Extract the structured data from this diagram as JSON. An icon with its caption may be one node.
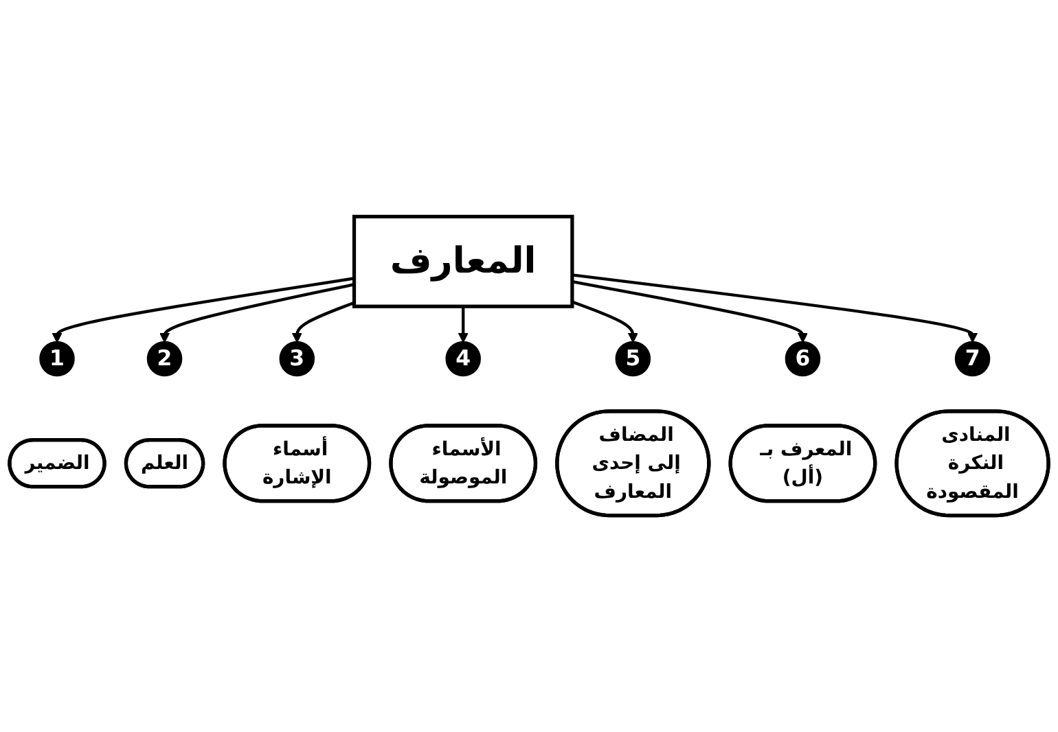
{
  "diagram": {
    "nodes": [
      {
        "text": [
          "المعارف"
        ]
      },
      {
        "text": [
          "1"
        ]
      },
      {
        "text": [
          "2"
        ]
      },
      {
        "text": [
          "3"
        ]
      },
      {
        "text": [
          "4"
        ]
      },
      {
        "text": [
          "5"
        ]
      },
      {
        "text": [
          "6"
        ]
      },
      {
        "text": [
          "7"
        ]
      },
      {
        "text": [
          "الضمير"
        ]
      },
      {
        "text": [
          "العلم"
        ]
      },
      {
        "text": [
          "أسماء الإشارة"
        ]
      },
      {
        "text": [
          "الأسماء الموصولة"
        ]
      },
      {
        "text": [
          "المضاف إلى إحدى المعارف"
        ]
      },
      {
        "text": [
          "المعرف بـ (أل)"
        ]
      },
      {
        "text": [
          "المنادى النكرة المقصودة"
        ]
      }
    ],
    "edges": [
      {
        "from": 0,
        "to": 1,
        "arrow": "to"
      },
      {
        "from": 0,
        "to": 2,
        "arrow": "to"
      },
      {
        "from": 0,
        "to": 3,
        "arrow": "to"
      },
      {
        "from": 0,
        "to": 4,
        "arrow": "to"
      },
      {
        "from": 0,
        "to": 5,
        "arrow": "to"
      },
      {
        "from": 0,
        "to": 6,
        "arrow": "to"
      },
      {
        "from": 0,
        "to": 7,
        "arrow": "to"
      }
    ]
  }
}
